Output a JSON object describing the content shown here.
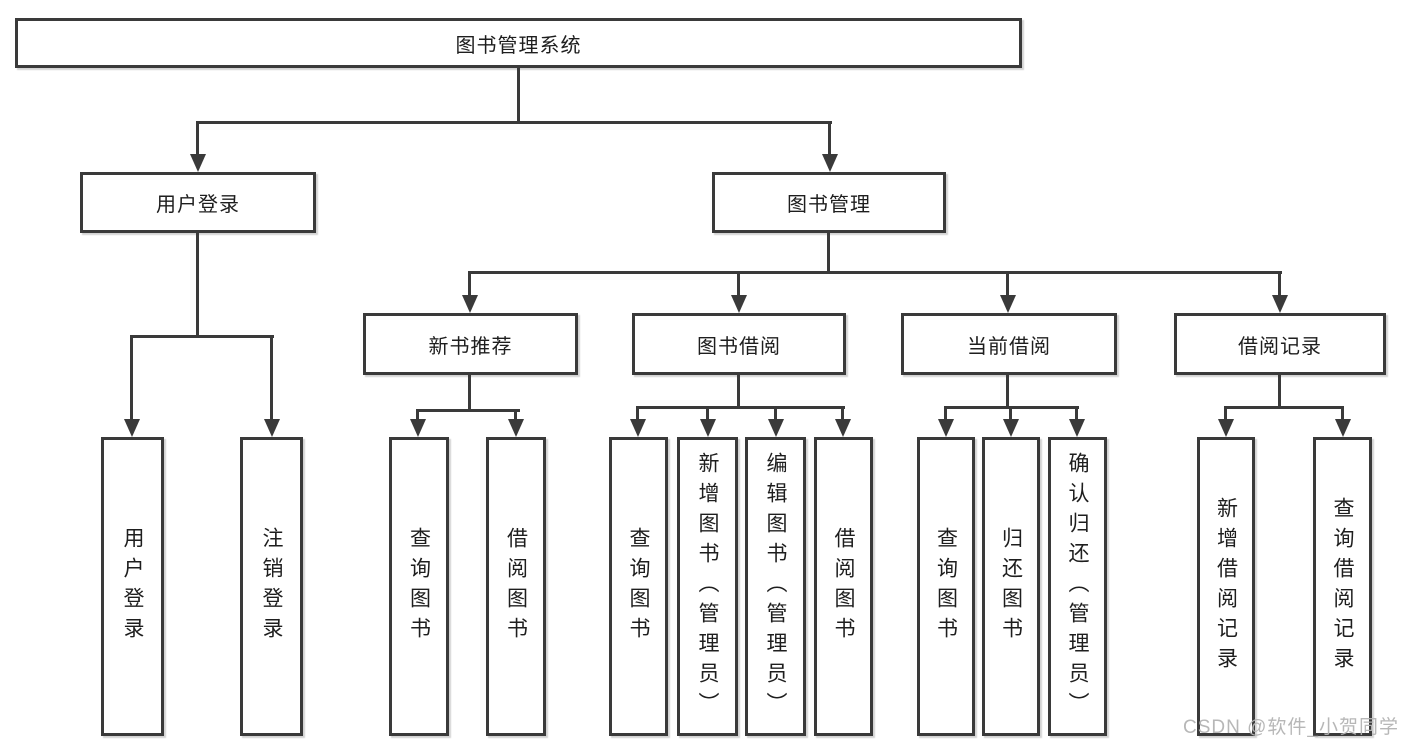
{
  "diagram": {
    "root": "图书管理系统",
    "branches": [
      {
        "label": "用户登录",
        "leaves": [
          "用户登录",
          "注销登录"
        ]
      },
      {
        "label": "图书管理",
        "groups": [
          {
            "label": "新书推荐",
            "leaves": [
              "查询图书",
              "借阅图书"
            ]
          },
          {
            "label": "图书借阅",
            "leaves": [
              "查询图书",
              "新增图书（管理员）",
              "编辑图书（管理员）",
              "借阅图书"
            ]
          },
          {
            "label": "当前借阅",
            "leaves": [
              "查询图书",
              "归还图书",
              "确认归还（管理员）"
            ]
          },
          {
            "label": "借阅记录",
            "leaves": [
              "新增借阅记录",
              "查询借阅记录"
            ]
          }
        ]
      }
    ]
  },
  "colors": {
    "line": "#3a3a3a",
    "text": "#1e1e1e",
    "watermark": "#b4b4b4",
    "background": "#ffffff"
  },
  "watermark": "CSDN @软件_小贺同学"
}
